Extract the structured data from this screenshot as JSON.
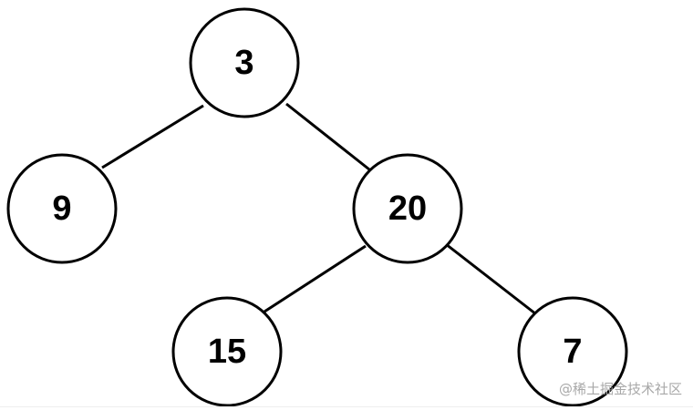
{
  "tree": {
    "nodes": [
      {
        "id": "n3",
        "label": "3"
      },
      {
        "id": "n9",
        "label": "9"
      },
      {
        "id": "n20",
        "label": "20"
      },
      {
        "id": "n15",
        "label": "15"
      },
      {
        "id": "n7",
        "label": "7"
      }
    ],
    "edges": [
      {
        "from": "n3",
        "to": "n9"
      },
      {
        "from": "n3",
        "to": "n20"
      },
      {
        "from": "n20",
        "to": "n15"
      },
      {
        "from": "n20",
        "to": "n7"
      }
    ]
  },
  "watermark": "@稀土掘金技术社区",
  "colors": {
    "stroke": "#000000",
    "fill": "#ffffff",
    "watermark": "#a8a8a8"
  }
}
